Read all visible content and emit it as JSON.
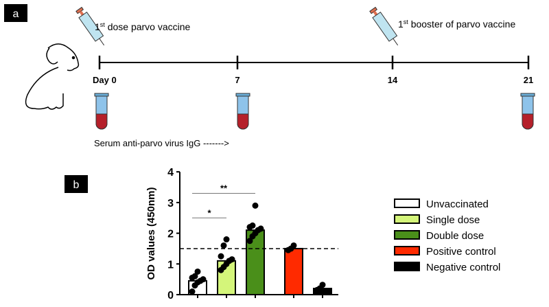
{
  "panel_a": {
    "label": "a",
    "first_dose": {
      "sup": "st",
      "num": "1",
      "text": " dose parvo vaccine"
    },
    "booster": {
      "sup": "st",
      "num": "1",
      "text": " booster of parvo vaccine"
    },
    "days": [
      "Day 0",
      "7",
      "14",
      "21"
    ],
    "serum_label": "Serum anti-parvo virus IgG ------->"
  },
  "panel_b": {
    "label": "b"
  },
  "colors": {
    "unvaccinated": "#ffffff",
    "single": "#d4f57a",
    "double": "#4a8f1a",
    "positive": "#ff2a00",
    "negative": "#000000"
  },
  "chart_data": {
    "type": "bar",
    "title": "",
    "xlabel": "",
    "ylabel": "OD values (450nm)",
    "ylim": [
      0,
      4
    ],
    "yticks": [
      "0",
      "1",
      "2",
      "3",
      "4"
    ],
    "categories": [
      "Unvaccinated",
      "Single dose",
      "Double dose",
      "Positive control",
      "Negative control"
    ],
    "values": [
      0.45,
      1.1,
      2.1,
      1.5,
      0.2
    ],
    "points": [
      [
        0.1,
        0.3,
        0.4,
        0.45,
        0.5,
        0.55,
        0.6,
        0.75
      ],
      [
        0.8,
        0.9,
        1.0,
        1.1,
        1.15,
        1.25,
        1.6,
        1.8
      ],
      [
        1.75,
        1.9,
        2.0,
        2.1,
        2.15,
        2.2,
        2.25,
        2.9
      ],
      [
        1.45,
        1.5,
        1.6
      ],
      [
        0.15,
        0.2,
        0.32
      ]
    ],
    "cutoff": 1.5,
    "significance": [
      {
        "from": "Unvaccinated",
        "to": "Single dose",
        "label": "*",
        "y": 2.5
      },
      {
        "from": "Unvaccinated",
        "to": "Double dose",
        "label": "**",
        "y": 3.3
      }
    ],
    "legend": [
      "Unvaccinated",
      "Single dose",
      "Double dose",
      "Positive control",
      "Negative control"
    ],
    "legend_position": "right"
  }
}
